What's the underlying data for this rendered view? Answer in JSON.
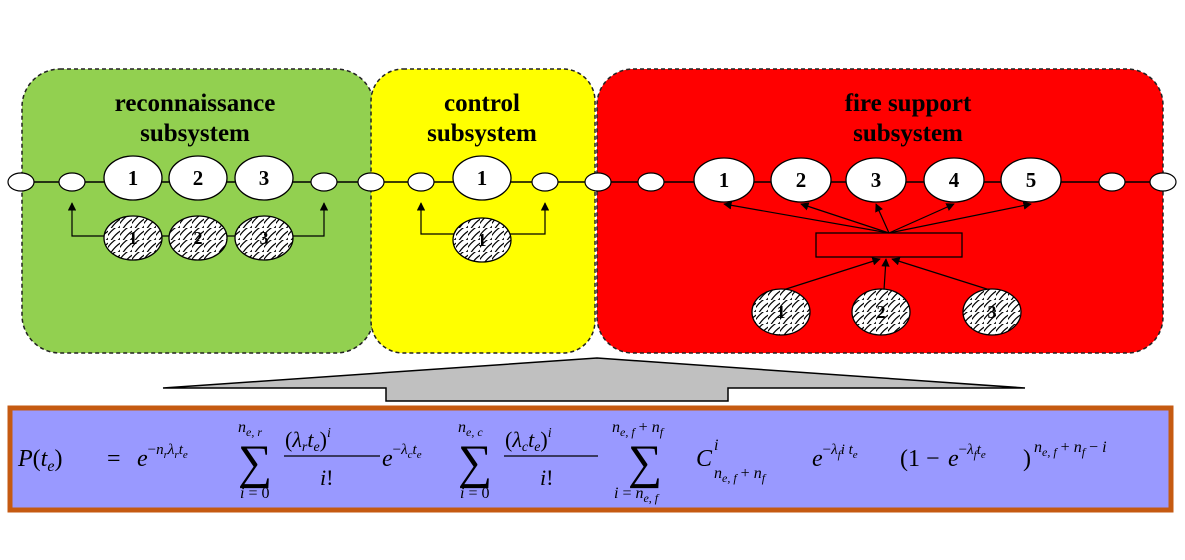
{
  "colors": {
    "recon": "#92d050",
    "control": "#ffff00",
    "fire": "#ff0000",
    "formula_bg": "#9999ff",
    "formula_border": "#c55a11",
    "arrow": "#c0c0c0"
  },
  "subsystems": {
    "recon": {
      "title_line1": "reconnaissance",
      "title_line2": "subsystem",
      "nodes": [
        "1",
        "2",
        "3"
      ],
      "redundant": [
        "1",
        "2",
        "3"
      ]
    },
    "control": {
      "title_line1": "control",
      "title_line2": "subsystem",
      "nodes": [
        "1"
      ],
      "redundant": [
        "1"
      ]
    },
    "fire": {
      "title_line1": "fire support",
      "title_line2": "subsystem",
      "nodes": [
        "1",
        "2",
        "3",
        "4",
        "5"
      ],
      "redundant": [
        "1",
        "2",
        "3"
      ]
    }
  },
  "formula": {
    "lhs": "P(t_e) = e^{-n_r λ_r t_e} Σ_{i=0}^{n_{e,r}} (λ_r t_e)^i / i! · e^{-λ_c t_e} Σ_{i=0}^{n_{e,c}} (λ_c t_e)^i / i! · Σ_{i=n_{e,f}}^{n_{e,f}+n_f} C^i_{n_{e,f}+n_f} e^{-λ_f i t_e} (1 - e^{-λ_f t_e})^{n_{e,f}+n_f-i}"
  }
}
